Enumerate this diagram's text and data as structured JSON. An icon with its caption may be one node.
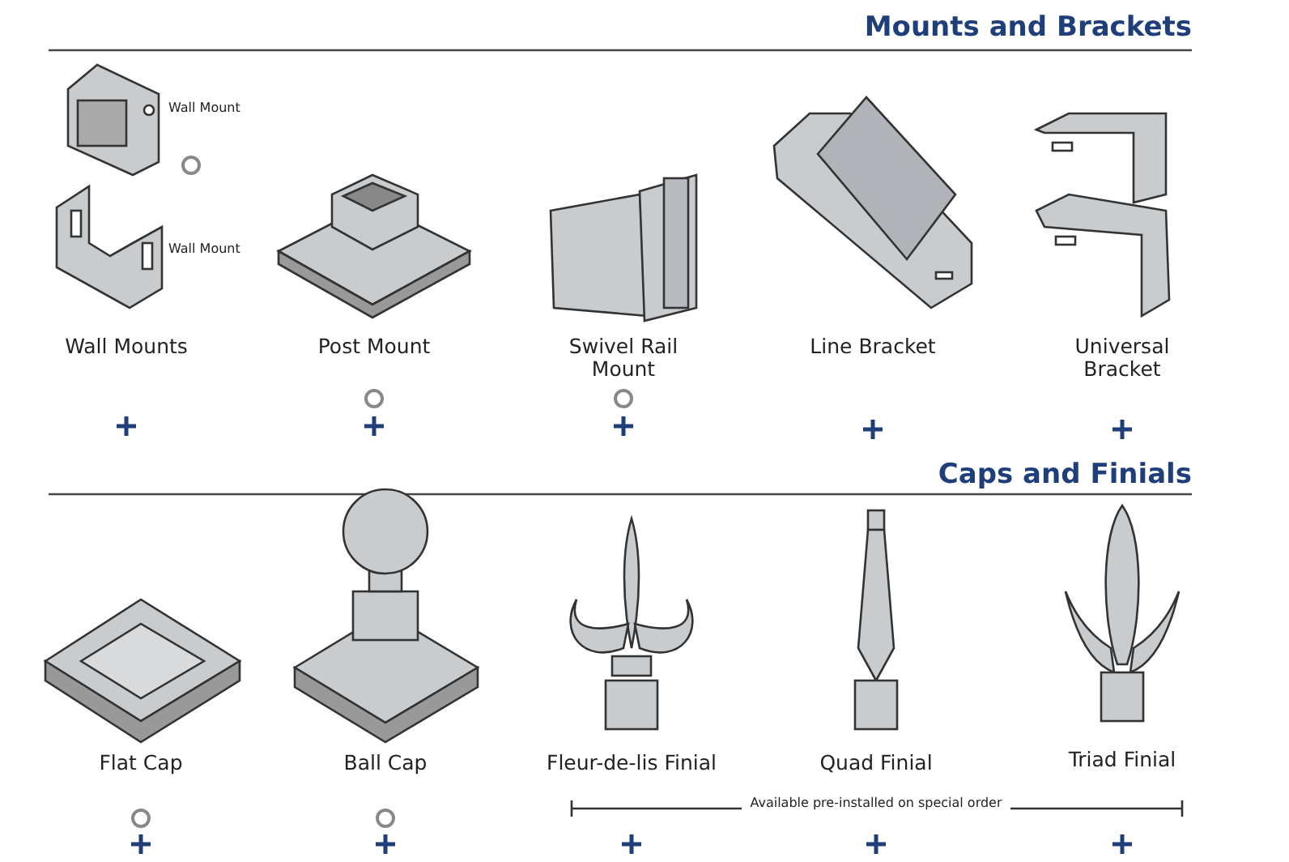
{
  "diagram": {
    "labels": [
      "Mounts and Brackets",
      "Wall Mount",
      "Wall Mount",
      "Wall Mounts",
      "Post Mount",
      "Swivel Rail Mount",
      "Line Bracket",
      "Universal Bracket",
      "Caps and Finials",
      "Flat Cap",
      "Ball Cap",
      "Fleur-de-lis Finial",
      "Quad Finial",
      "Triad Finial",
      "Available pre-installed on special order"
    ]
  }
}
